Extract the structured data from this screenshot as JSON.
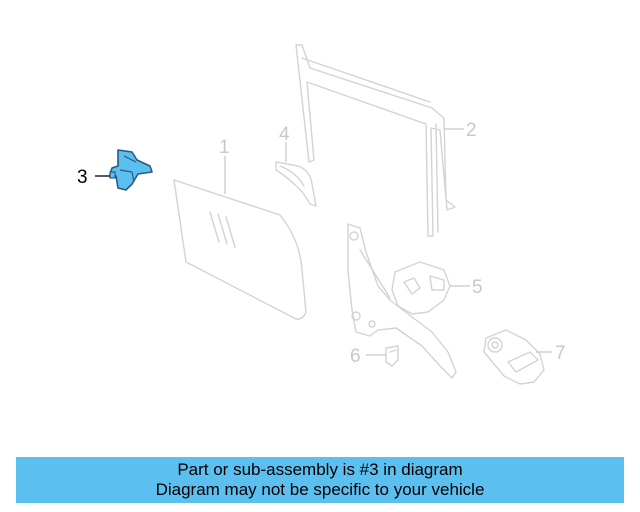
{
  "diagram": {
    "callouts": [
      {
        "id": "1",
        "label": "1"
      },
      {
        "id": "2",
        "label": "2"
      },
      {
        "id": "3",
        "label": "3"
      },
      {
        "id": "4",
        "label": "4"
      },
      {
        "id": "5",
        "label": "5"
      },
      {
        "id": "6",
        "label": "6"
      },
      {
        "id": "7",
        "label": "7"
      }
    ],
    "highlighted_part": "3",
    "highlight_color": "#5bc0f0"
  },
  "banner": {
    "line1": "Part or sub-assembly is #3 in diagram",
    "line2": "Diagram may not be specific to your vehicle",
    "background_color": "#5bc0f0"
  }
}
